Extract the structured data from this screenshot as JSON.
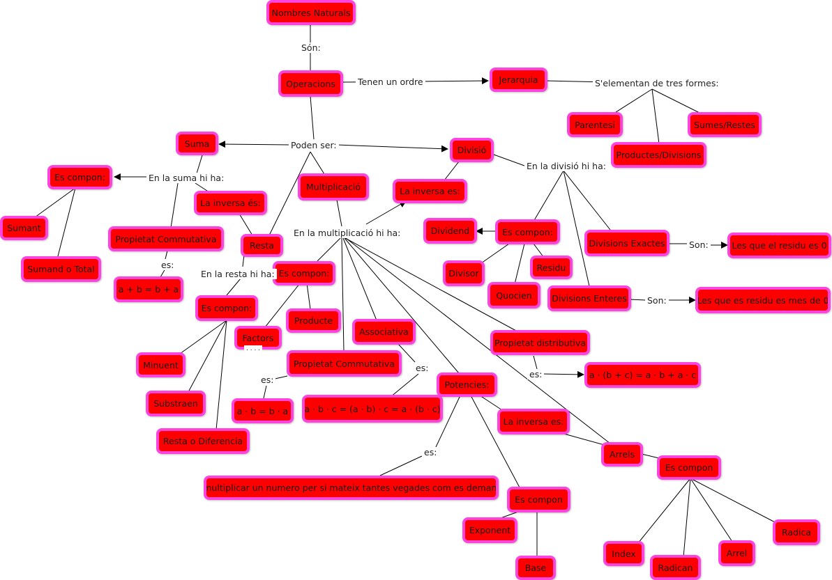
{
  "colors": {
    "node_fill": "#ff0000",
    "node_border": "#ff44dd",
    "line": "#000000",
    "background": "#ffffff"
  },
  "nodes": {
    "nombres_naturals": "Nombres Naturals",
    "operacions": "Operacions",
    "jerarquia": "Jerarquia",
    "parentesi": "Parentesi",
    "sumes_restes": "Sumes/Restes",
    "productes_divisions": "Productes/Divisions",
    "suma": "Suma",
    "divisio": "Divisió",
    "es_compon_suma": "Es compon:",
    "multiplicacio": "Multiplicació",
    "la_inversa_divisio": "La inversa es:",
    "la_inversa_suma": "La inversa és:",
    "sumant": "Sumant",
    "propietat_commutativa_suma": "Propietat Commutativa",
    "resta": "Resta",
    "dividend": "Dividend",
    "es_compon_divisio": "Es compon:",
    "divisions_exactes": "Divisions Exactes",
    "les_que_residu_0": "Les que el residu es 0",
    "sumand_total": "Sumand o Total",
    "divisor": "Divisor",
    "residu": "Residu",
    "es_compon_mult": "Es compon:",
    "formula_suma": "a + b = b + a",
    "quocien": "Quocien",
    "divisions_enteres": "Divisions Enteres",
    "les_que_residu_mes_0": "Les que es residu es mes de 0",
    "es_compon_resta": "Es compon:",
    "producte": "Producte",
    "associativa": "Associativa",
    "factors": "Factors",
    "propietat_distributiva": "Propietat distributiva",
    "minuent": "Minuent",
    "propietat_commutativa_mult": "Propietat Commutativa",
    "formula_distributiva": "a · (b + c) = a · b + a · c",
    "potencies": "Potencies:",
    "substraen": "Substraen",
    "formula_mult": "a · b = b · a",
    "formula_associativa": "a · b · c = (a · b) · c = a · (b · c)",
    "la_inversa_pot": "La inversa es:",
    "resta_diferencia": "Resta o Diferencia",
    "arrels": "Arrels",
    "es_compon_arrels": "Es compon",
    "multiplicar": "multiplicar un  numero per si mateix tantes vegades com es demani",
    "es_compon_pot": "Es compon",
    "exponent": "Exponent",
    "radica": "Radica",
    "index": "Index",
    "arrel": "Arrel",
    "base": "Base",
    "radican": "Radican"
  },
  "labels": {
    "son": "Són:",
    "tenen_un_ordre": "Tenen un ordre",
    "s_elementan": "S'elementan de tres formes:",
    "poden_ser": "Poden ser:",
    "en_la_suma": "En la suma hi ha:",
    "en_la_divisio": "En la divisió hi ha:",
    "en_la_multiplicacio": "En la multiplicació hi ha:",
    "son_exactes": "Son:",
    "es_suma": "es:",
    "en_la_resta": "En la resta hi ha:",
    "son_enteres": "Son:",
    "dots": ". . . .",
    "es_assoc": "es:",
    "es_distributiva": "es:",
    "es_mult": "es:",
    "es_pot": "es:"
  }
}
